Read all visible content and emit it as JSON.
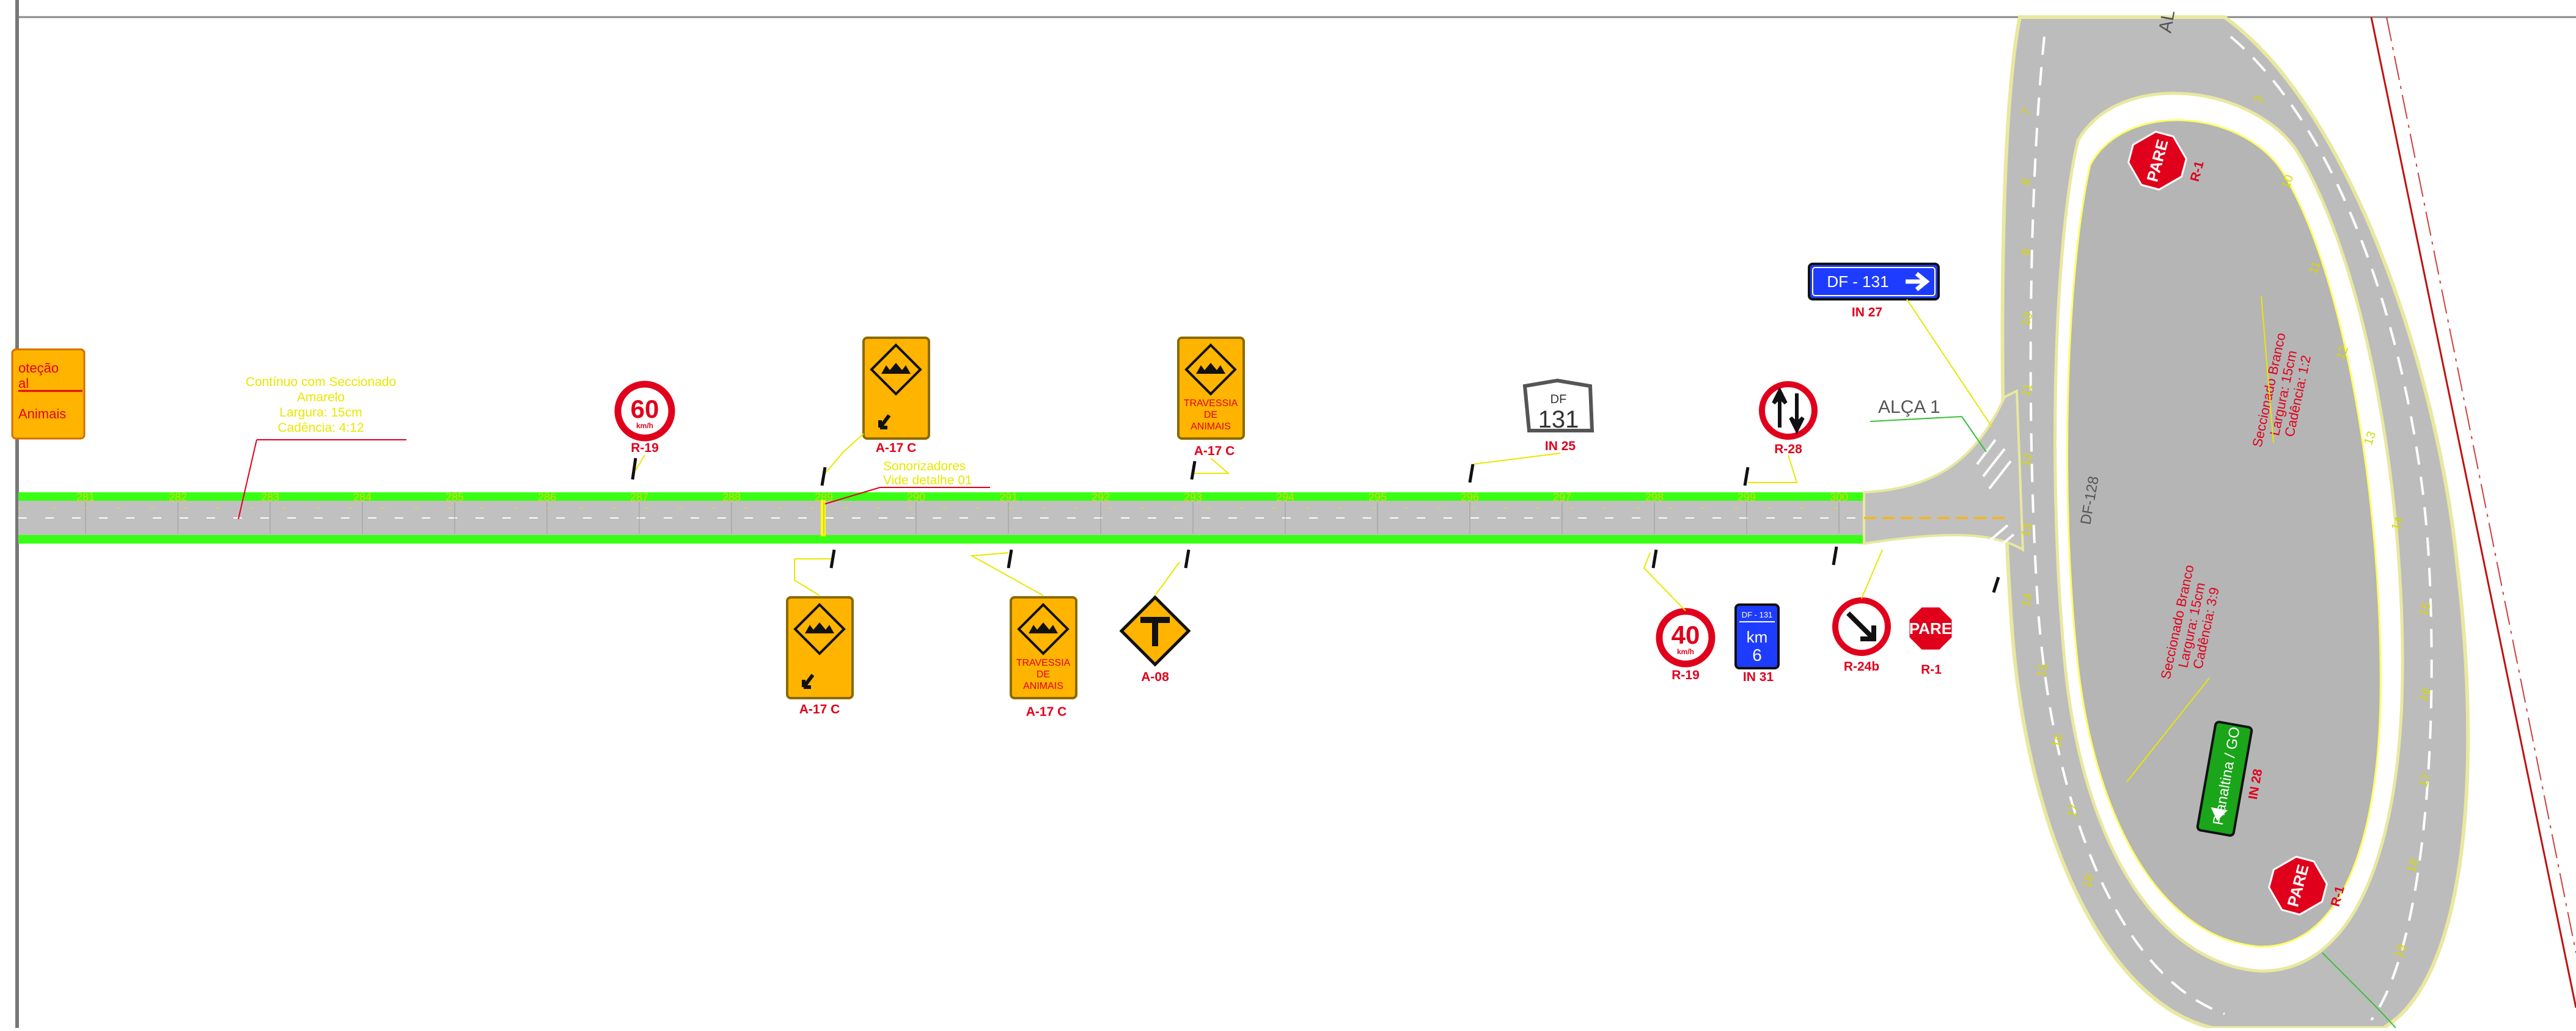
{
  "colors": {
    "road": "#c0c0c0",
    "shoulder": "#39ff14",
    "edge_yellow": "#ffff66",
    "warning_sign": "#ffb400",
    "regulatory_red": "#e0001b",
    "info_blue": "#1e3cff",
    "guide_green": "#1aa51a",
    "label_red": "#e0001b",
    "note_yellow": "#e8e800"
  },
  "note_left": {
    "lines": [
      "Contínuo com Seccionado",
      "Amarelo",
      "Largura: 15cm",
      "Cadência: 4:12"
    ]
  },
  "note_rumble": {
    "lines": [
      "Sonorizadores",
      "Vide detalhe 01"
    ]
  },
  "partial_sign": {
    "lines": [
      "oteção",
      "al",
      "Animais"
    ]
  },
  "stations": [
    "281",
    "282",
    "283",
    "284",
    "285",
    "286",
    "287",
    "288",
    "289",
    "290",
    "291",
    "292",
    "293",
    "294",
    "295",
    "296",
    "297",
    "298",
    "299",
    "300"
  ],
  "signs": {
    "r19_top": {
      "speed": "60",
      "unit": "km/h",
      "code": "R-19"
    },
    "a17c_top1": {
      "code": "A-17 C"
    },
    "a17c_top2": {
      "text": [
        "TRAVESSIA",
        "DE",
        "ANIMAIS"
      ],
      "code": "A-17 C"
    },
    "in25": {
      "top": "DF",
      "number": "131",
      "code": "IN 25"
    },
    "r28": {
      "code": "R-28"
    },
    "in27": {
      "text": "DF - 131",
      "code": "IN 27"
    },
    "a17c_bottom1": {
      "code": "A-17 C"
    },
    "a17c_bottom2": {
      "text": [
        "TRAVESSIA",
        "DE",
        "ANIMAIS"
      ],
      "code": "A-17 C"
    },
    "a08": {
      "code": "A-08"
    },
    "r19_bottom": {
      "speed": "40",
      "unit": "km/h",
      "code": "R-19"
    },
    "in31": {
      "top": "DF - 131",
      "km": "km",
      "num": "6",
      "code": "IN 31"
    },
    "r24b": {
      "code": "R-24b"
    },
    "r1_bottom": {
      "text": "PARE",
      "code": "R-1"
    },
    "r1_top": {
      "text": "PARE",
      "code": "R-1"
    },
    "r1_loop": {
      "text": "PARE",
      "code": "R-1"
    },
    "in28": {
      "text": "Planaltina / GO",
      "code": "IN 28"
    }
  },
  "labels": {
    "alca": "ALÇA 1",
    "df128": "DF-128",
    "al": "AL"
  },
  "loop_notes": {
    "upper": [
      "Seccionado Branco",
      "Largura: 15cm",
      "Cadência: 1:2"
    ],
    "lower": [
      "Seccionado Branco",
      "Largura: 15cm",
      "Cadência: 3:9"
    ]
  },
  "loop_stations_left": [
    "7",
    "8",
    "9",
    "10",
    "11",
    "12",
    "13",
    "14",
    "15",
    "16",
    "17",
    "18"
  ],
  "loop_stations_right": [
    "3",
    "10",
    "11",
    "12",
    "13",
    "14",
    "15",
    "16",
    "17",
    "18",
    "19"
  ]
}
